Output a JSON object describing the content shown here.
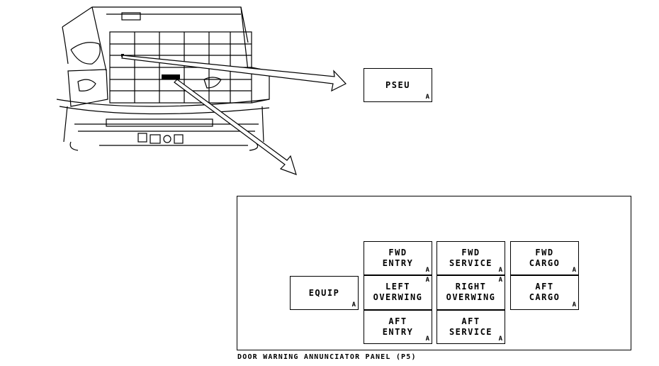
{
  "pseu": {
    "label": "PSEU",
    "tag": "A"
  },
  "panel": {
    "caption": "DOOR WARNING ANNUNCIATOR PANEL (P5)",
    "lights": {
      "equip": {
        "line1": "EQUIP",
        "tag": "A"
      },
      "fwd_entry": {
        "line1": "FWD",
        "line2": "ENTRY",
        "tag": "A"
      },
      "left_overwing": {
        "line1": "LEFT",
        "line2": "OVERWING",
        "tag": "A"
      },
      "aft_entry": {
        "line1": "AFT",
        "line2": "ENTRY",
        "tag": "A"
      },
      "fwd_service": {
        "line1": "FWD",
        "line2": "SERVICE",
        "tag": "A"
      },
      "right_overwing": {
        "line1": "RIGHT",
        "line2": "OVERWING",
        "tag": "A"
      },
      "aft_service": {
        "line1": "AFT",
        "line2": "SERVICE",
        "tag": "A"
      },
      "fwd_cargo": {
        "line1": "FWD",
        "line2": "CARGO",
        "tag": "A"
      },
      "aft_cargo": {
        "line1": "AFT",
        "line2": "CARGO",
        "tag": "A"
      }
    }
  }
}
